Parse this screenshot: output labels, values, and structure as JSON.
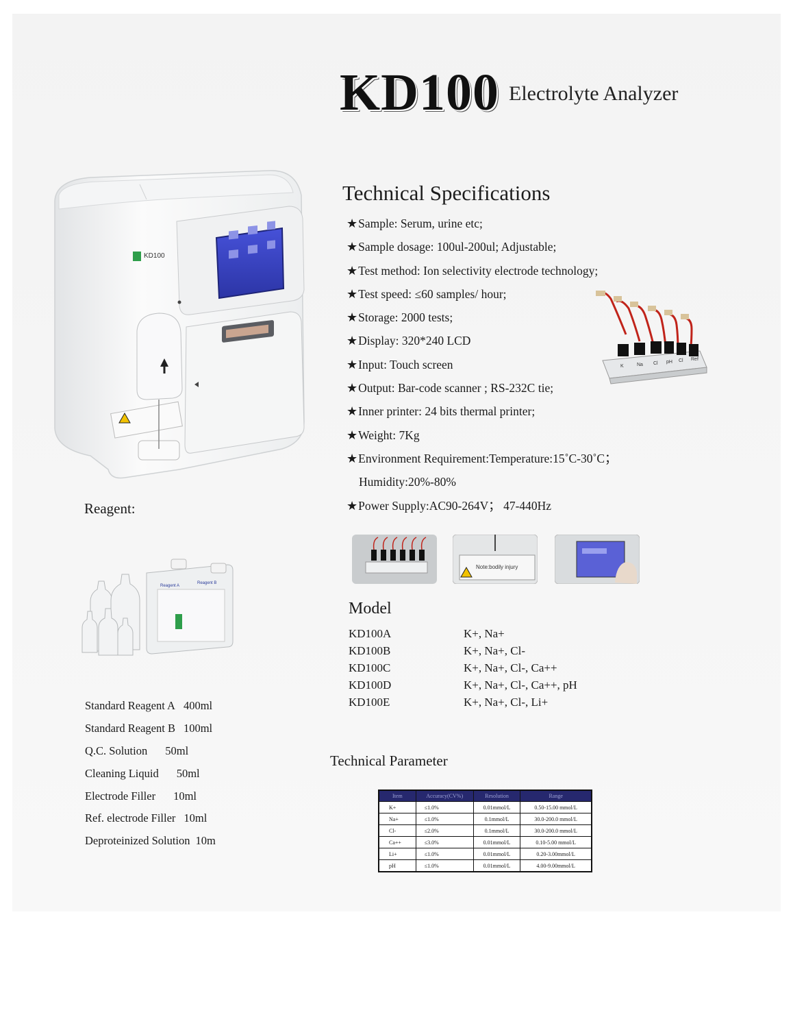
{
  "title": {
    "model": "KD100",
    "subtitle": "Electrolyte Analyzer"
  },
  "device": {
    "brand_label": "KD100"
  },
  "specs": {
    "heading": "Technical Specifications",
    "items": [
      {
        "text": "Sample:  Serum, urine etc;",
        "star": true
      },
      {
        "text": "Sample dosage:  100ul-200ul; Adjustable;",
        "star": true
      },
      {
        "text": "Test method: Ion selectivity electrode technology;",
        "star": true
      },
      {
        "text": "Test speed:  ≤60 samples/ hour;",
        "star": true
      },
      {
        "text": "Storage: 2000 tests;",
        "star": true
      },
      {
        "text": "Display:  320*240 LCD",
        "star": true
      },
      {
        "text": "Input:     Touch screen",
        "star": true
      },
      {
        "text": "Output:  Bar-code scanner ;  RS-232C tie;",
        "star": true
      },
      {
        "text": "Inner printer: 24 bits thermal printer;",
        "star": true
      },
      {
        "text": "Weight:  7Kg",
        "star": true
      },
      {
        "text": "Environment Requirement:Temperature:15˚C-30˚C；",
        "star": true
      },
      {
        "text": "Humidity:20%-80%",
        "star": false
      },
      {
        "text": "Power Supply:AC90-264V；  47-440Hz",
        "star": true
      }
    ]
  },
  "electrode_labels": [
    "K",
    "Na",
    "Cl",
    "pH",
    "Cl",
    "Ref"
  ],
  "thumb_caption": "Note:bodily injury",
  "reagent": {
    "heading": "Reagent:",
    "bottle_labels": [
      "Reagent A",
      "Reagent B"
    ],
    "items": [
      {
        "name": "Standard Reagent A",
        "volume": "400ml"
      },
      {
        "name": "Standard Reagent B",
        "volume": "100ml"
      },
      {
        "name": "Q.C. Solution",
        "volume": "50ml"
      },
      {
        "name": "Cleaning Liquid",
        "volume": "50ml"
      },
      {
        "name": "Electrode Filler",
        "volume": "10ml"
      },
      {
        "name": "Ref. electrode Filler",
        "volume": "10ml"
      },
      {
        "name": "Deproteinized Solution",
        "volume": "10m"
      }
    ]
  },
  "model": {
    "heading": "Model",
    "rows": [
      {
        "name": "KD100A",
        "ions": "K+, Na+"
      },
      {
        "name": "KD100B",
        "ions": "K+, Na+, Cl-"
      },
      {
        "name": "KD100C",
        "ions": "K+, Na+, Cl-, Ca++"
      },
      {
        "name": "KD100D",
        "ions": "K+, Na+, Cl-, Ca++, pH"
      },
      {
        "name": "KD100E",
        "ions": "K+, Na+, Cl-, Li+"
      }
    ]
  },
  "parameter": {
    "heading": "Technical Parameter",
    "columns": [
      "Item",
      "Accuracy(CV%)",
      "Resolution",
      "Range"
    ],
    "rows": [
      [
        "K+",
        "≤1.0%",
        "0.01mmol/L",
        "0.50-15.00 mmol/L"
      ],
      [
        "Na+",
        "≤1.0%",
        "0.1mmol/L",
        "30.0-200.0 mmol/L"
      ],
      [
        "Cl-",
        "≤2.0%",
        "0.1mmol/L",
        "30.0-200.0 mmol/L"
      ],
      [
        "Ca++",
        "≤3.0%",
        "0.01mmol/L",
        "0.10-5.00 mmol/L"
      ],
      [
        "Li+",
        "≤1.0%",
        "0.01mmol/L",
        "0.20-3.00mmol/L"
      ],
      [
        "pH",
        "≤1.0%",
        "0.01mmol/L",
        "4.00-9.00mmol/L"
      ]
    ]
  },
  "colors": {
    "accent_blue": "#26286e",
    "screen_blue": "#3b44c8",
    "wire_red": "#c0231a"
  }
}
